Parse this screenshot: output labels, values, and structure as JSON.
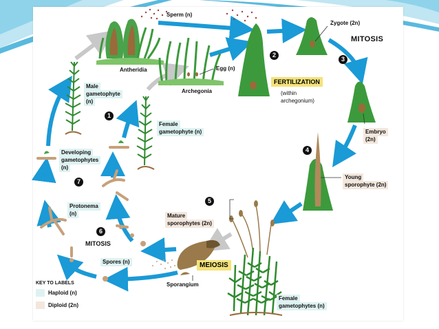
{
  "labels": {
    "sperm": "Sperm (n)",
    "antheridia": "Antheridia",
    "egg": "Egg (n)",
    "archegonia": "Archegonia",
    "zygote": "Zygote (2n)",
    "mitosis_top": "MITOSIS",
    "fertilization": "FERTILIZATION",
    "fert_sub1": "(within",
    "fert_sub2": "archegonium)",
    "male_gam1": "Male",
    "male_gam2": "gametophyte",
    "male_gam3": "(n)",
    "female_gam1": "Female",
    "female_gam2": "gametophyte (n)",
    "embryo1": "Embryo",
    "embryo2": "(2n)",
    "developing1": "Developing",
    "developing2": "gametophytes",
    "developing3": "(n)",
    "young1": "Young",
    "young2": "sporophyte (2n)",
    "protonema1": "Protonema",
    "protonema2": "(n)",
    "mature1": "Mature",
    "mature2": "sporophytes (2n)",
    "mitosis_left": "MITOSIS",
    "spores": "Spores (n)",
    "meiosis": "MEIOSIS",
    "sporangium": "Sporangium",
    "female_gams1": "Female",
    "female_gams2": "gametophytes (n)"
  },
  "steps": [
    "1",
    "2",
    "3",
    "4",
    "5",
    "6",
    "7"
  ],
  "key": {
    "title": "KEY TO LABELS",
    "haploid": "Haploid (n)",
    "diploid": "Diploid (2n)"
  },
  "colors": {
    "arrow": "#1a9ad6",
    "haploid": "#dff2f2",
    "diploid": "#f3e7dd",
    "highlight": "#f4e27a",
    "plant": "#3c9a3c"
  }
}
